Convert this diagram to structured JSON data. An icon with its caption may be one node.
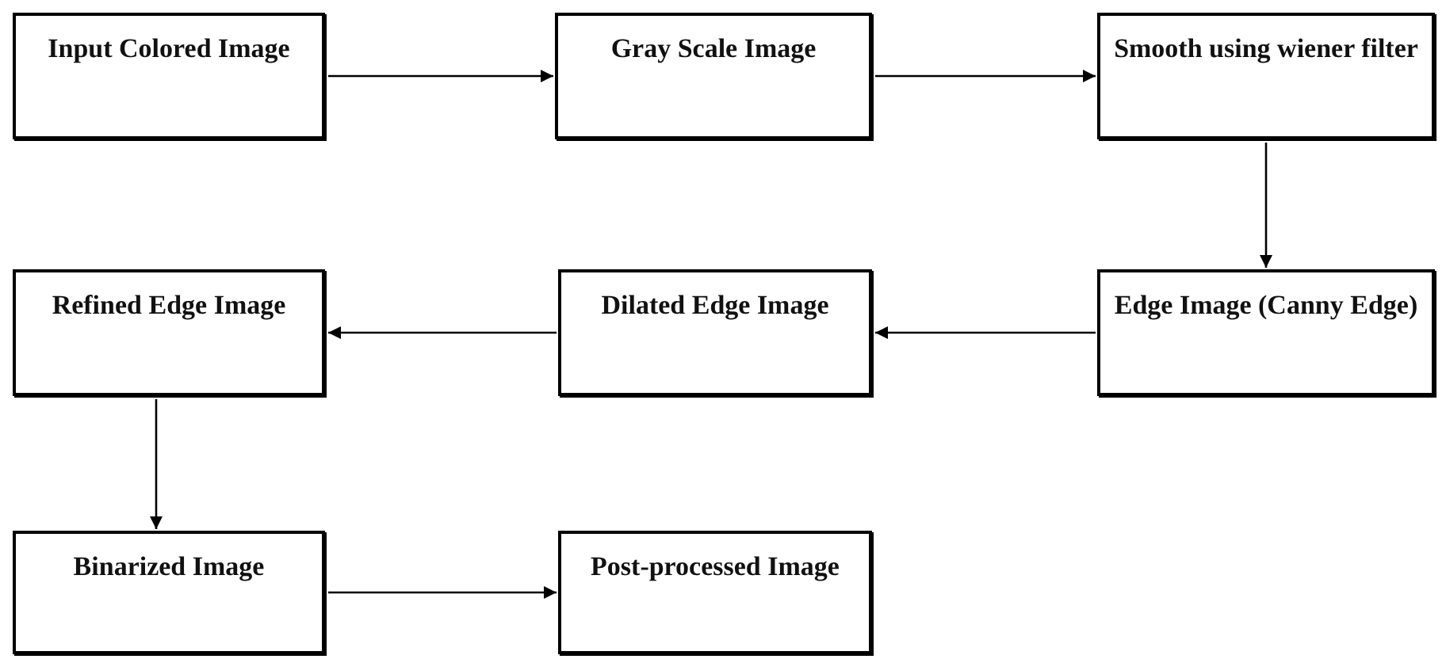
{
  "diagram": {
    "nodes": [
      {
        "text": [
          "Input Colored Image"
        ]
      },
      {
        "text": [
          "Gray Scale Image"
        ]
      },
      {
        "text": [
          "Smooth using wiener filter"
        ]
      },
      {
        "text": [
          "Edge Image (Canny Edge)"
        ]
      },
      {
        "text": [
          "Dilated Edge Image"
        ]
      },
      {
        "text": [
          "Refined Edge Image"
        ]
      },
      {
        "text": [
          "Binarized Image"
        ]
      },
      {
        "text": [
          "Post-processed Image"
        ]
      }
    ],
    "edges": [
      {
        "from": 0,
        "to": 1,
        "arrow": "to"
      },
      {
        "from": 1,
        "to": 2,
        "arrow": "to"
      },
      {
        "from": 2,
        "to": 3,
        "arrow": "to"
      },
      {
        "from": 3,
        "to": 4,
        "arrow": "to"
      },
      {
        "from": 4,
        "to": 5,
        "arrow": "to"
      },
      {
        "from": 5,
        "to": 6,
        "arrow": "to"
      },
      {
        "from": 6,
        "to": 7,
        "arrow": "to"
      }
    ]
  }
}
